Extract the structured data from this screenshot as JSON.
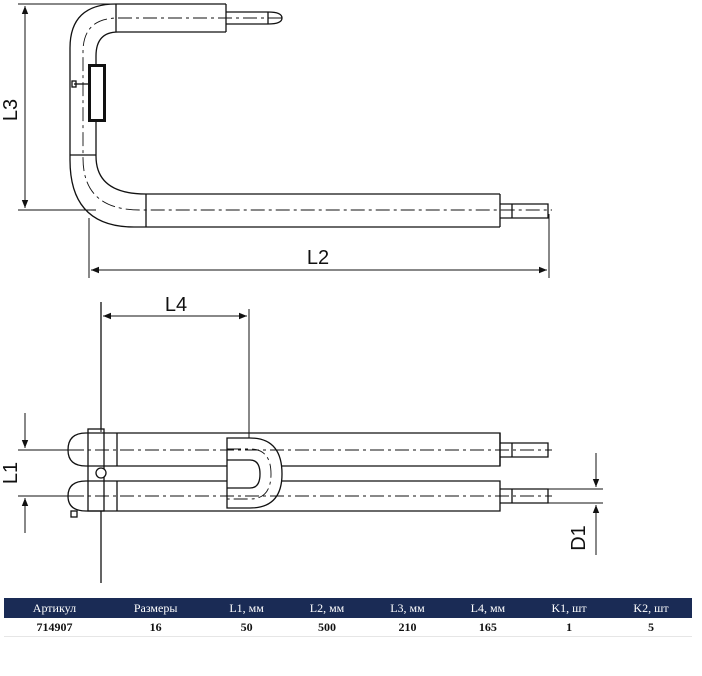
{
  "drawing": {
    "dimension_labels": {
      "l1": "L1",
      "l2": "L2",
      "l3": "L3",
      "l4": "L4",
      "d1": "D1"
    }
  },
  "table": {
    "headers": [
      "Артикул",
      "Размеры",
      "L1, мм",
      "L2, мм",
      "L3, мм",
      "L4, мм",
      "K1, шт",
      "K2, шт"
    ],
    "rows": [
      [
        "714907",
        "16",
        "50",
        "500",
        "210",
        "165",
        "1",
        "5"
      ]
    ]
  }
}
